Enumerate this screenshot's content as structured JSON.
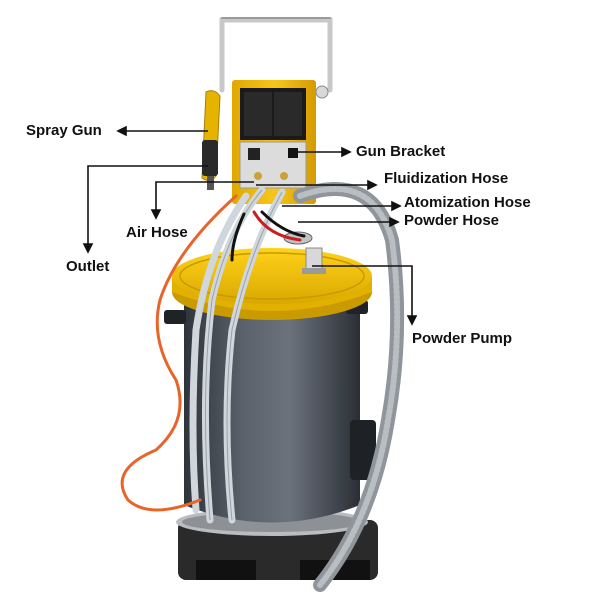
{
  "labels": {
    "spray_gun": "Spray Gun",
    "gun_bracket": "Gun Bracket",
    "fluidization_hose": "Fluidization Hose",
    "atomization_hose": "Atomization Hose",
    "powder_hose": "Powder Hose",
    "air_hose": "Air Hose",
    "outlet": "Outlet",
    "powder_pump": "Powder Pump"
  },
  "colors": {
    "background": "#ffffff",
    "body_yellow": "#f2c200",
    "drum_gray": "#4f5660",
    "hose_gray": "#9aa0a6",
    "orange_cable": "#e8652a",
    "frame_silver": "#c8c8c8"
  }
}
